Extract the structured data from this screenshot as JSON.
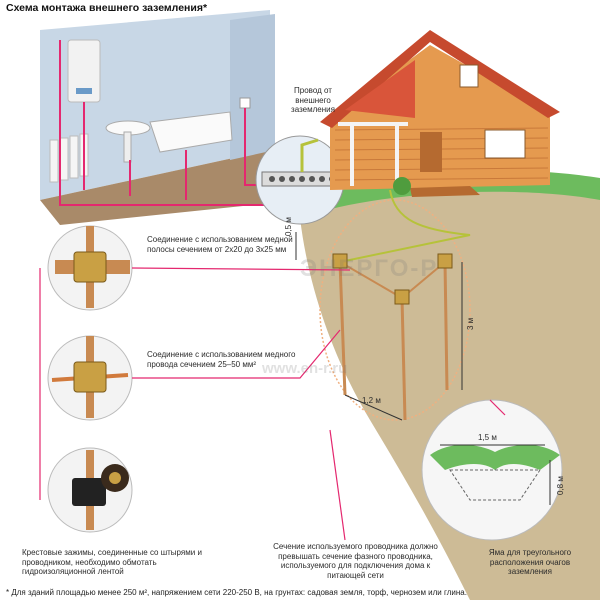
{
  "title": "Схема монтажа внешнего заземления*",
  "wire_label": "Провод от внешнего заземления",
  "callouts": {
    "strip": "Соединение с использованием медной полосы сечением от 2х20 до 3х25 мм",
    "wire": "Соединение с использованием медного провода сечением 25–50 мм²",
    "tape": "Крестовые зажимы, соединенные со штырями и проводником, необходимо обмотать гидроизоляционной лентой",
    "section": "Сечение используемого проводника должно превышать сечение фазного проводника, используемого для подключения дома к питающей сети",
    "pit": "Яма для треугольного расположения очагов заземления"
  },
  "dimensions": {
    "depth": "0,5 м",
    "rod": "3 м",
    "spacing": "1,2 м",
    "pit_width": "1,5 м",
    "pit_depth": "0,8 м"
  },
  "footnote": "* Для зданий площадью менее 250 м², напряжением сети 220-250 В, на грунтах: садовая земля, торф, чернозем или глина.",
  "watermarks": {
    "logo": "ЭНЕРГО-Р",
    "site": "www.en-r.ru"
  },
  "colors": {
    "ground": "#cdbb96",
    "grass": "#6dbb5e",
    "wall": "#c8d7e6",
    "wire": "#e4286f",
    "copper": "#c88a52",
    "clamp": "#c9a044",
    "roof": "#c64a2e",
    "house": "#e59a4f"
  }
}
